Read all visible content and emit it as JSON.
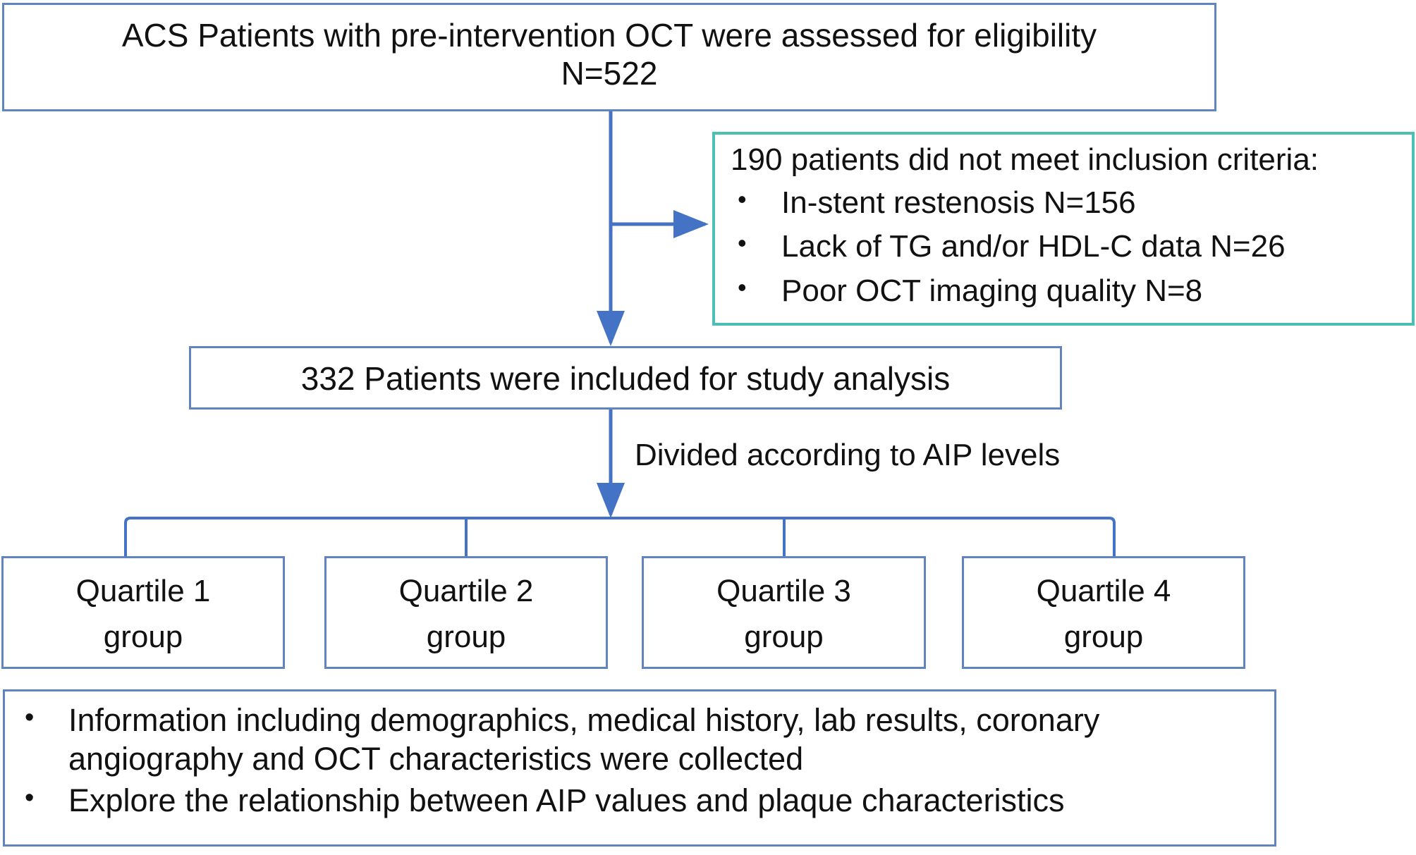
{
  "figure": {
    "type": "flowchart",
    "title": "Study patient-selection flow diagram",
    "colors": {
      "box_border_blue": "#6183c0",
      "box_border_teal": "#4cbfb3",
      "connector_blue": "#4472c4",
      "text": "#111111",
      "background": "#ffffff"
    }
  },
  "nodes": {
    "eligibility": {
      "text": "ACS Patients with pre-intervention OCT were assessed for eligibility\nN=522",
      "enrolled_label": "N=522",
      "count": 522
    },
    "exclusion": {
      "title": "190 patients did not meet inclusion criteria:",
      "total_excluded": 190,
      "reasons": [
        {
          "label": "In-stent restenosis N=156",
          "count": 156
        },
        {
          "label": "Lack of TG and/or HDL-C data N=26",
          "count": 26
        },
        {
          "label": "Poor OCT imaging quality N=8",
          "count": 8
        }
      ]
    },
    "included": {
      "text": "332 Patients were included for study analysis",
      "count": 332
    },
    "divided_label": "Divided according to AIP levels",
    "quartiles": [
      {
        "text": "Quartile 1\ngroup"
      },
      {
        "text": "Quartile 2\ngroup"
      },
      {
        "text": "Quartile 3\ngroup"
      },
      {
        "text": "Quartile 4\ngroup"
      }
    ],
    "summary": {
      "bullets": [
        "Information including demographics, medical history, lab results, coronary angiography and OCT characteristics were collected",
        "Explore the relationship between AIP values and plaque characteristics"
      ]
    }
  }
}
